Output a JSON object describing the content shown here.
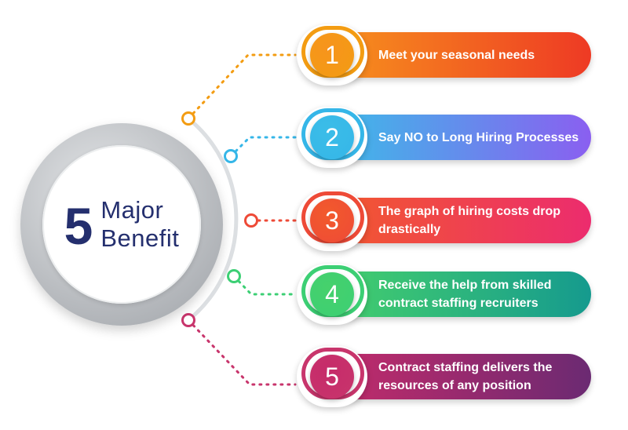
{
  "title": {
    "number": "5",
    "line1": "Major",
    "line2": "Benefit"
  },
  "benefits": [
    {
      "number": "1",
      "text": "Meet your seasonal needs",
      "color": "#f39c12",
      "gradient": [
        "#f7941d",
        "#ee3a24"
      ]
    },
    {
      "number": "2",
      "text": "Say NO to Long Hiring Processes",
      "color": "#35b6e8",
      "gradient": [
        "#3bbde8",
        "#8a5ff0"
      ]
    },
    {
      "number": "3",
      "text": "The graph of hiring costs drop drastically",
      "color": "#ee4a37",
      "gradient": [
        "#f25a2c",
        "#ec2c6e"
      ]
    },
    {
      "number": "4",
      "text": "Receive the help from skilled contract staffing recruiters",
      "color": "#3ccf74",
      "gradient": [
        "#46d16c",
        "#159a8e"
      ]
    },
    {
      "number": "5",
      "text": "Contract staffing delivers the resources of any position",
      "color": "#c8356c",
      "gradient": [
        "#c62b6a",
        "#6b2a72"
      ]
    }
  ]
}
